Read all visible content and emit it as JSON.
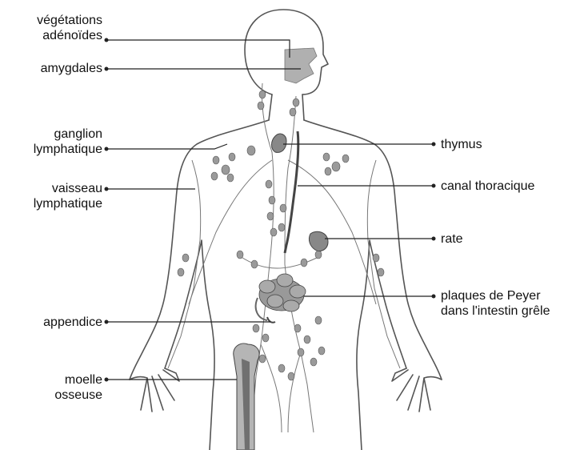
{
  "diagram": {
    "labels": {
      "vegetations_line1": "végétations",
      "vegetations_line2": "adénoïdes",
      "amygdales": "amygdales",
      "ganglion_line1": "ganglion",
      "ganglion_line2": "lymphatique",
      "vaisseau_line1": "vaisseau",
      "vaisseau_line2": "lymphatique",
      "appendice": "appendice",
      "moelle_line1": "moelle",
      "moelle_line2": "osseuse",
      "thymus": "thymus",
      "canal": "canal thoracique",
      "rate": "rate",
      "peyer_line1": "plaques de Peyer",
      "peyer_line2": "dans l'intestin grêle"
    },
    "colors": {
      "outline": "#555555",
      "organ": "#8a8a8a",
      "node": "#9a9a9a",
      "bone": "#b5b5b5",
      "leader": "#222222"
    }
  }
}
